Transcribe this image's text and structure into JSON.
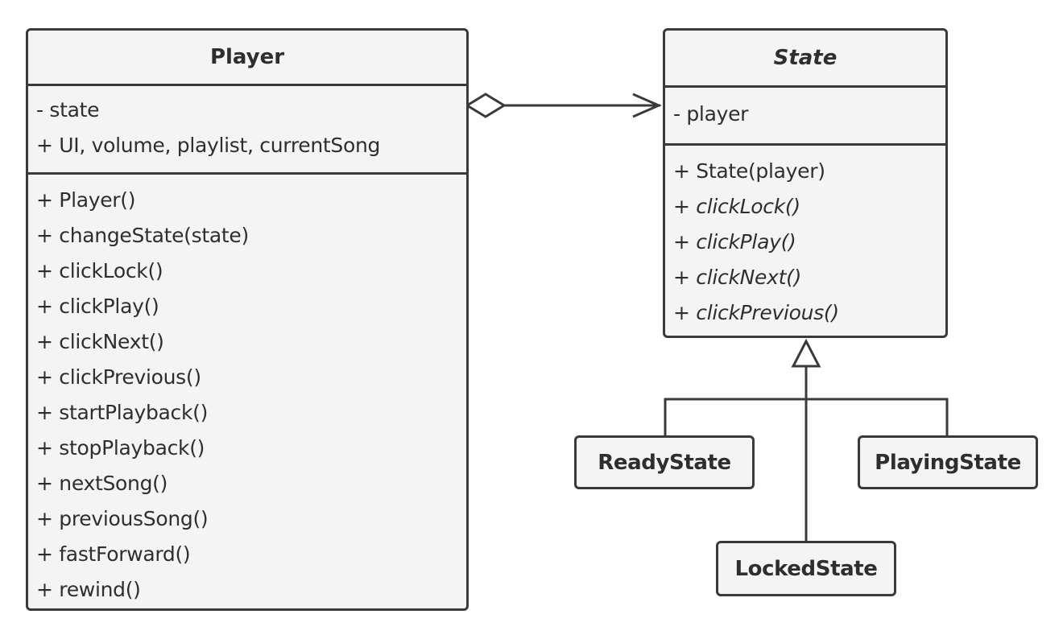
{
  "player": {
    "title": "Player",
    "fields": [
      "- state",
      "+ UI, volume, playlist, currentSong"
    ],
    "methods": [
      "+ Player()",
      "+ changeState(state)",
      "+ clickLock()",
      "+ clickPlay()",
      "+ clickNext()",
      "+ clickPrevious()",
      "+ startPlayback()",
      "+ stopPlayback()",
      "+ nextSong()",
      "+ previousSong()",
      "+ fastForward()",
      "+ rewind()"
    ]
  },
  "state": {
    "title": "State",
    "fields": [
      "- player"
    ],
    "methods": [
      "+ State(player)",
      "+ clickLock()",
      "+ clickPlay()",
      "+ clickNext()",
      "+ clickPrevious()"
    ]
  },
  "subclasses": {
    "ready": "ReadyState",
    "playing": "PlayingState",
    "locked": "LockedState"
  },
  "colors": {
    "stroke": "#3a3a3a",
    "fill": "#f4f4f4",
    "text": "#2e2e2e"
  }
}
